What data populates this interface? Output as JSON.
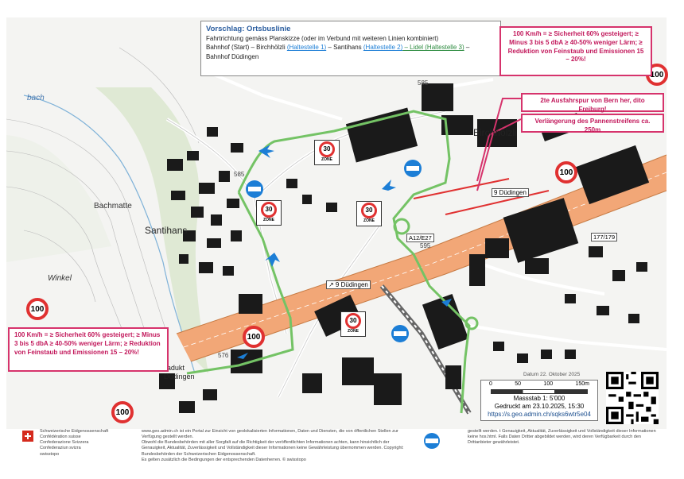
{
  "proposal": {
    "title": "Vorschlag:  Ortsbuslinie",
    "line1": "Fahrtrichtung gemäss Planskizze (oder im Verbund mit weiteren Linien kombiniert)",
    "line2_a": "Bahnhof (Start)  –  Birchhölzli ",
    "line2_b": "(Haltestelle 1)",
    "line2_c": "  –  Santihans ",
    "line2_d": "(Haltestelle 2)",
    "line2_e": "  –  Lidel (Haltestelle 3)",
    "line2_f": "  –",
    "line3": "Bahnhof Düdingen"
  },
  "callouts": {
    "limit_top": "100 Km/h = ≥ Sicherheit 60% gesteigert; ≥ Minus 3 bis 5 dbA ≥ 40-50% weniger Lärm; ≥ Reduktion von Feinstaub und Emissionen 15 – 20%!",
    "limit_left": "100 Km/h = ≥ Sicherheit 60% gesteigert; ≥ Minus 3 bis 5 dbA ≥ 40-50% weniger Lärm; ≥ Reduktion von Feinstaub und Emissionen 15 – 20%!",
    "lane": "2te Ausfahrspur von Bern her, dito Freiburg!",
    "extension": "Verlängerung des Pannenstreifens ca. 250m"
  },
  "signs": {
    "speed_100": "100",
    "speed_30": "30",
    "zone": "ZONE"
  },
  "places": {
    "bachmatte": "Bachmatte",
    "santihans": "Santihans",
    "winkel": "Winkel",
    "birchhoelzli": "Birchhölzli",
    "viadukt": "Viadukt",
    "duedingen": "Düdingen",
    "bach": "bach"
  },
  "road_labels": {
    "a12": "A12/E27",
    "dir_duedingen_1": "9 Düdingen",
    "dir_duedingen_2": "↗ 9 Düdingen",
    "route": "177/179",
    "h585a": "585",
    "h585b": "585",
    "h595": "595",
    "h576": "576"
  },
  "colors": {
    "callout": "#d6336c",
    "bus_route": "#74c365",
    "title_blue": "#2a5d9f",
    "motorway": "#f2a777",
    "building": "#1a1a1a"
  },
  "scale": {
    "ticks": [
      "0",
      "50",
      "100",
      "150m"
    ],
    "ratio": "Massstab 1: 5'000",
    "printed": "Gedruckt am 23.10.2025, 15:30",
    "url": "https://s.geo.admin.ch/sqks6wtr5e04"
  },
  "dated": "Datum 22. Oktober 2025",
  "footer": {
    "conf1": "Schweizerische Eidgenossenschaft",
    "conf2": "Confédération suisse",
    "conf3": "Confederazione Svizzera",
    "conf4": "Confederaziun svizra",
    "conf5": "swisstopo",
    "text1": "www.geo.admin.ch ist ein Portal zur Einsicht von geolokalisierten Informationen, Daten und Diensten, die von öffentlichen Stellen zur Verfügung gestellt werden.",
    "text2": "Obwohl die Bundesbehörden mit aller Sorgfalt auf die Richtigkeit der veröffentlichten Informationen achten, kann hinsichtlich der Genauigkeit, Aktualität, Zuverlässigkeit und Vollständigkeit dieser Informationen keine Gewährleistung übernommen werden. Copyright: Bundesbehörden der Schweizerischen Eidgenossenschaft.",
    "text3": "Es gelten zusätzlich die Bedingungen der entsprechenden Datenherren. © swisstopo",
    "text4": "gestellt werden. t Genauigkeit, Aktualität, Zuverlässigkeit und Vollständigkeit dieser Informationen keine hos.html. Falls Daten Dritter abgebildet werden, wird deren Verfügbarkeit durch den Drittanbieter gewährleistet."
  }
}
